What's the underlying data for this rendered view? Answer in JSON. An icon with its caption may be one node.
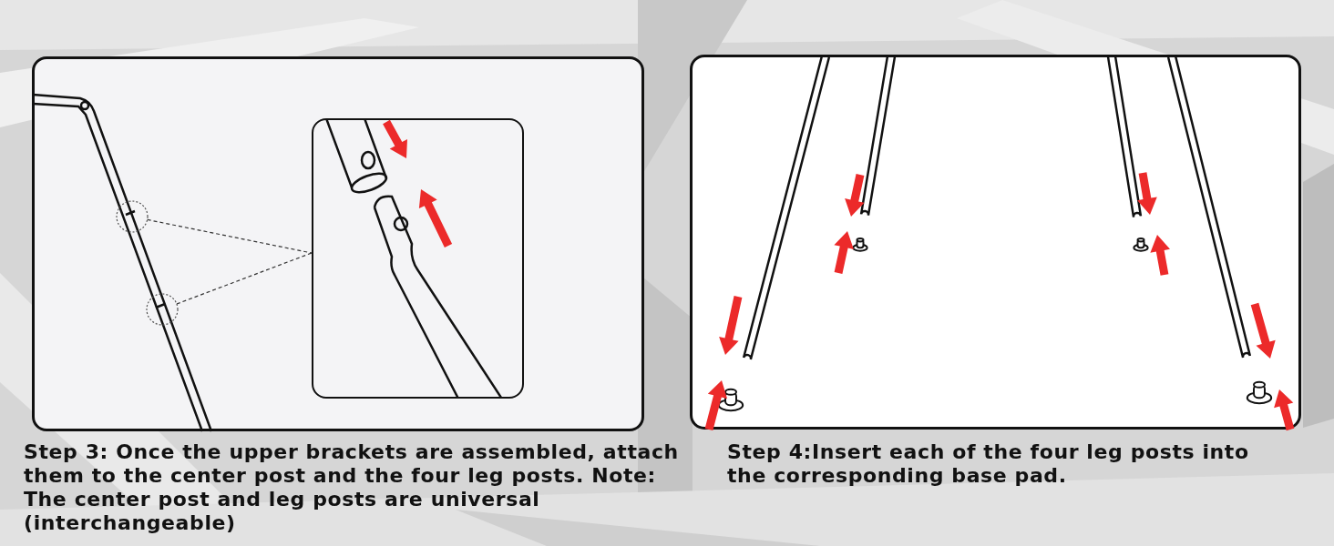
{
  "diagram": {
    "nodes": [
      {
        "text": [],
        "shape": "circle"
      },
      {
        "text": [],
        "shape": "circle"
      },
      {
        "text": [],
        "shape": "box"
      }
    ],
    "edges": [
      {
        "from": 0,
        "to": 2,
        "arrow": "none",
        "style": "dashed"
      },
      {
        "from": 1,
        "to": 2,
        "arrow": "none",
        "style": "dashed"
      }
    ],
    "labels": [
      "Step 3: Once the upper brackets are assembled, attach them to the center post and the four leg posts. Note: The center post and leg posts are universal (interchangeable)",
      "Step 4:Insert each of the four leg posts into the corresponding base pad."
    ]
  }
}
